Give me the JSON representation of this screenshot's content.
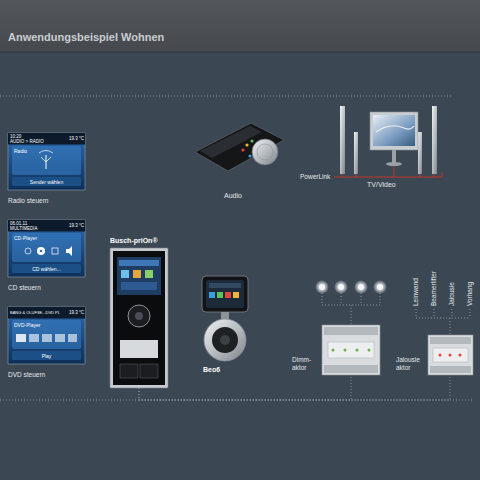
{
  "diagram": {
    "title": "Anwendungsbeispiel Wohnen",
    "nodes": [
      {
        "text": [
          "Audio"
        ]
      },
      {
        "text": [
          "TV/Video"
        ]
      },
      {
        "text": [
          "10:20",
          "AUDIO > RADIO",
          "19.3 °C",
          "Radio",
          "Sender wählen",
          "Radio steuern"
        ]
      },
      {
        "text": [
          "06.01.11",
          "MULTIMEDIA",
          "19.3 °C",
          "CD-Player",
          "CD wählen...",
          "CD steuern"
        ]
      },
      {
        "text": [
          "Busch-priOn®"
        ]
      },
      {
        "text": [
          "Beo6"
        ]
      },
      {
        "text": [
          "Dimm- aktor"
        ]
      },
      {
        "text": [
          "Jalousie aktor"
        ]
      },
      {
        "text": [
          "BANG & OLUFSE...DVD PL",
          "19.3 °C",
          "DVD-Player",
          "Play",
          "DVD steuern"
        ]
      }
    ],
    "edges": [
      {
        "from": 4,
        "to": 6,
        "arrow": "none"
      },
      {
        "from": 4,
        "to": 7,
        "arrow": "none"
      }
    ],
    "labels": [
      "PowerLink",
      "Leinwand",
      "Beamerlifter",
      "Jalousie",
      "Vorhang"
    ]
  }
}
